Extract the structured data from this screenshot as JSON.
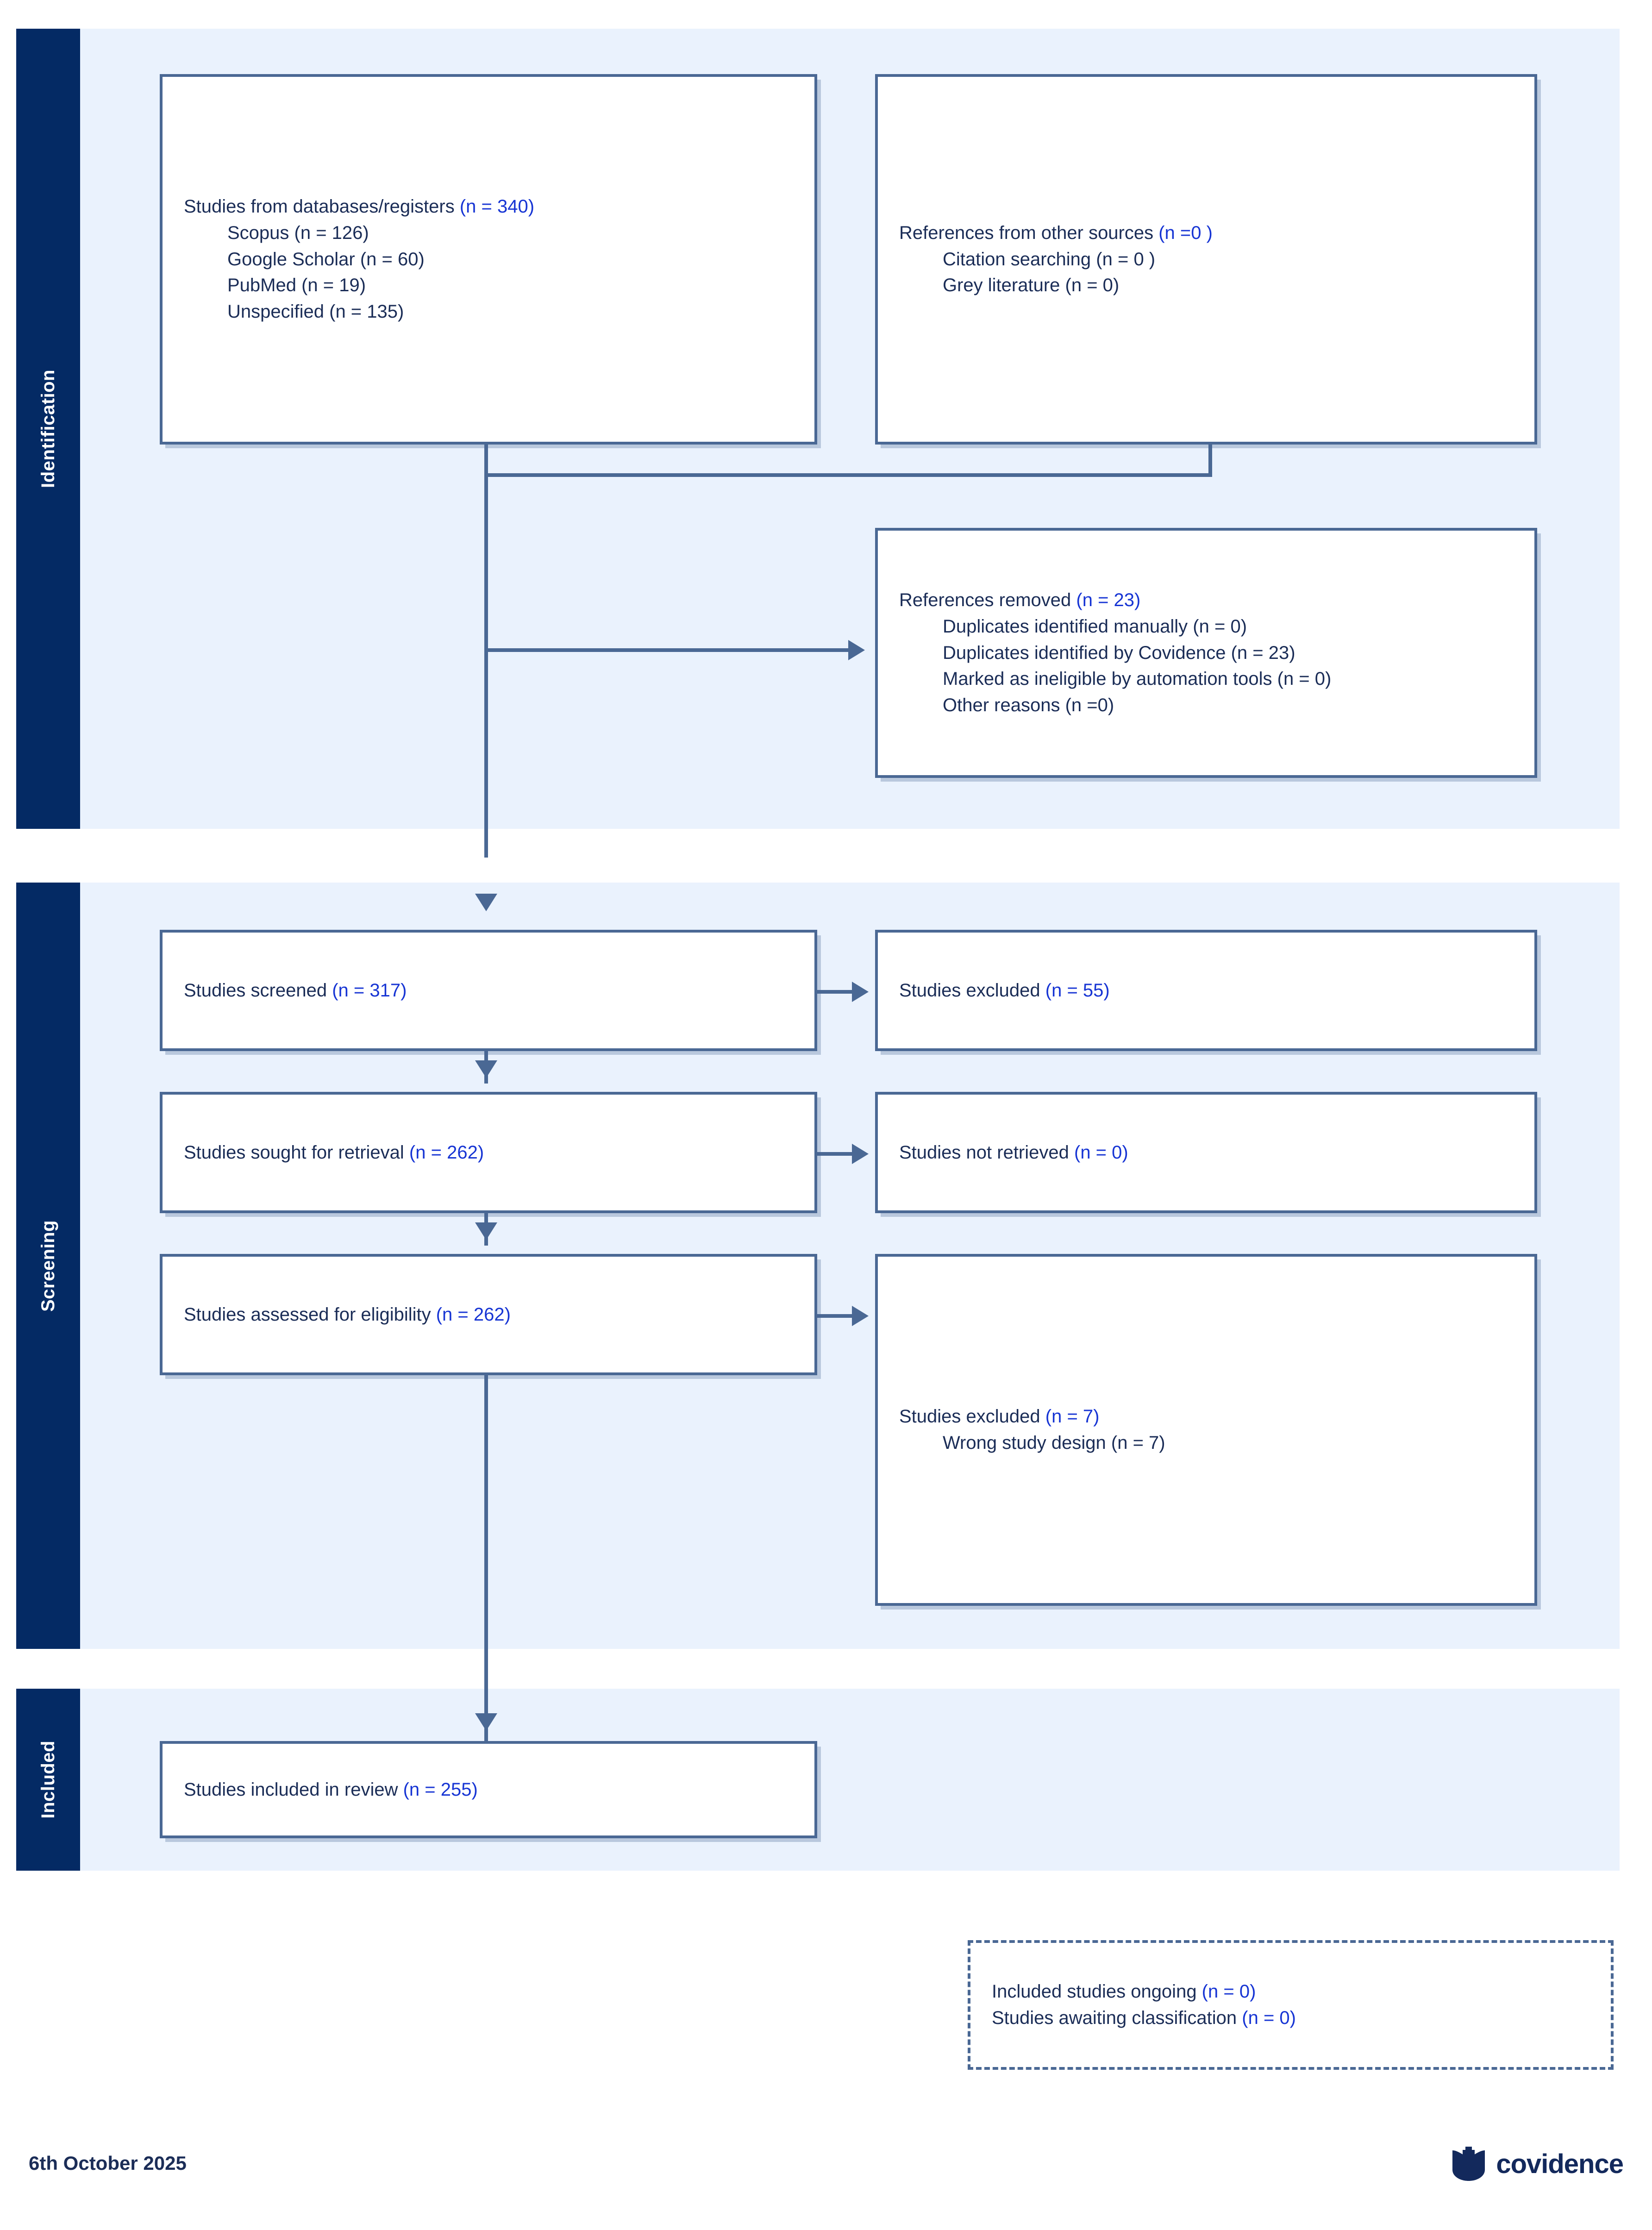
{
  "stages": {
    "identification": "Identification",
    "screening": "Screening",
    "included": "Included"
  },
  "boxes": {
    "databases": {
      "title": "Studies from databases/registers",
      "title_n": "(n = 340)",
      "items": [
        {
          "label": "Scopus",
          "n": "(n = 126)"
        },
        {
          "label": "Google Scholar",
          "n": "(n = 60)"
        },
        {
          "label": "PubMed",
          "n": "(n = 19)"
        },
        {
          "label": "Unspecified",
          "n": "(n = 135)"
        }
      ]
    },
    "other_sources": {
      "title": "References from other sources",
      "title_n": "(n =0 )",
      "items": [
        {
          "label": "Citation searching",
          "n": "(n = 0 )"
        },
        {
          "label": "Grey literature",
          "n": "(n = 0)"
        }
      ]
    },
    "references_removed": {
      "title": "References removed",
      "title_n": "(n = 23)",
      "items": [
        {
          "label": "Duplicates identified manually",
          "n": "(n = 0)"
        },
        {
          "label": "Duplicates identified by Covidence",
          "n": "(n = 23)"
        },
        {
          "label": "Marked as ineligible by automation tools",
          "n": "(n = 0)"
        },
        {
          "label": "Other reasons",
          "n": "(n =0)"
        }
      ]
    },
    "screened": {
      "title": "Studies screened",
      "title_n": "(n = 317)"
    },
    "excluded_screen": {
      "title": "Studies excluded",
      "title_n": "(n = 55)"
    },
    "sought": {
      "title": "Studies sought for retrieval",
      "title_n": "(n = 262)"
    },
    "not_retrieved": {
      "title": "Studies not retrieved",
      "title_n": "(n = 0)"
    },
    "assessed": {
      "title": "Studies assessed for eligibility",
      "title_n": "(n = 262)"
    },
    "excluded_eligibility": {
      "title": "Studies excluded",
      "title_n": "(n = 7)",
      "items": [
        {
          "label": "Wrong study design",
          "n": "(n = 7)"
        }
      ]
    },
    "included_review": {
      "title": "Studies included in review",
      "title_n": "(n = 255)"
    },
    "ongoing": {
      "lines": [
        {
          "label": "Included studies ongoing",
          "n": "(n = 0)"
        },
        {
          "label": "Studies awaiting classification",
          "n": "(n = 0)"
        }
      ]
    }
  },
  "footer": {
    "date": "6th October 2025",
    "brand": "covidence"
  },
  "colors": {
    "band": "#eaf2fd",
    "tab": "#042a64",
    "border": "#4a6894",
    "text": "#1b2d57",
    "count": "#1735d4",
    "brand": "#13295c"
  }
}
